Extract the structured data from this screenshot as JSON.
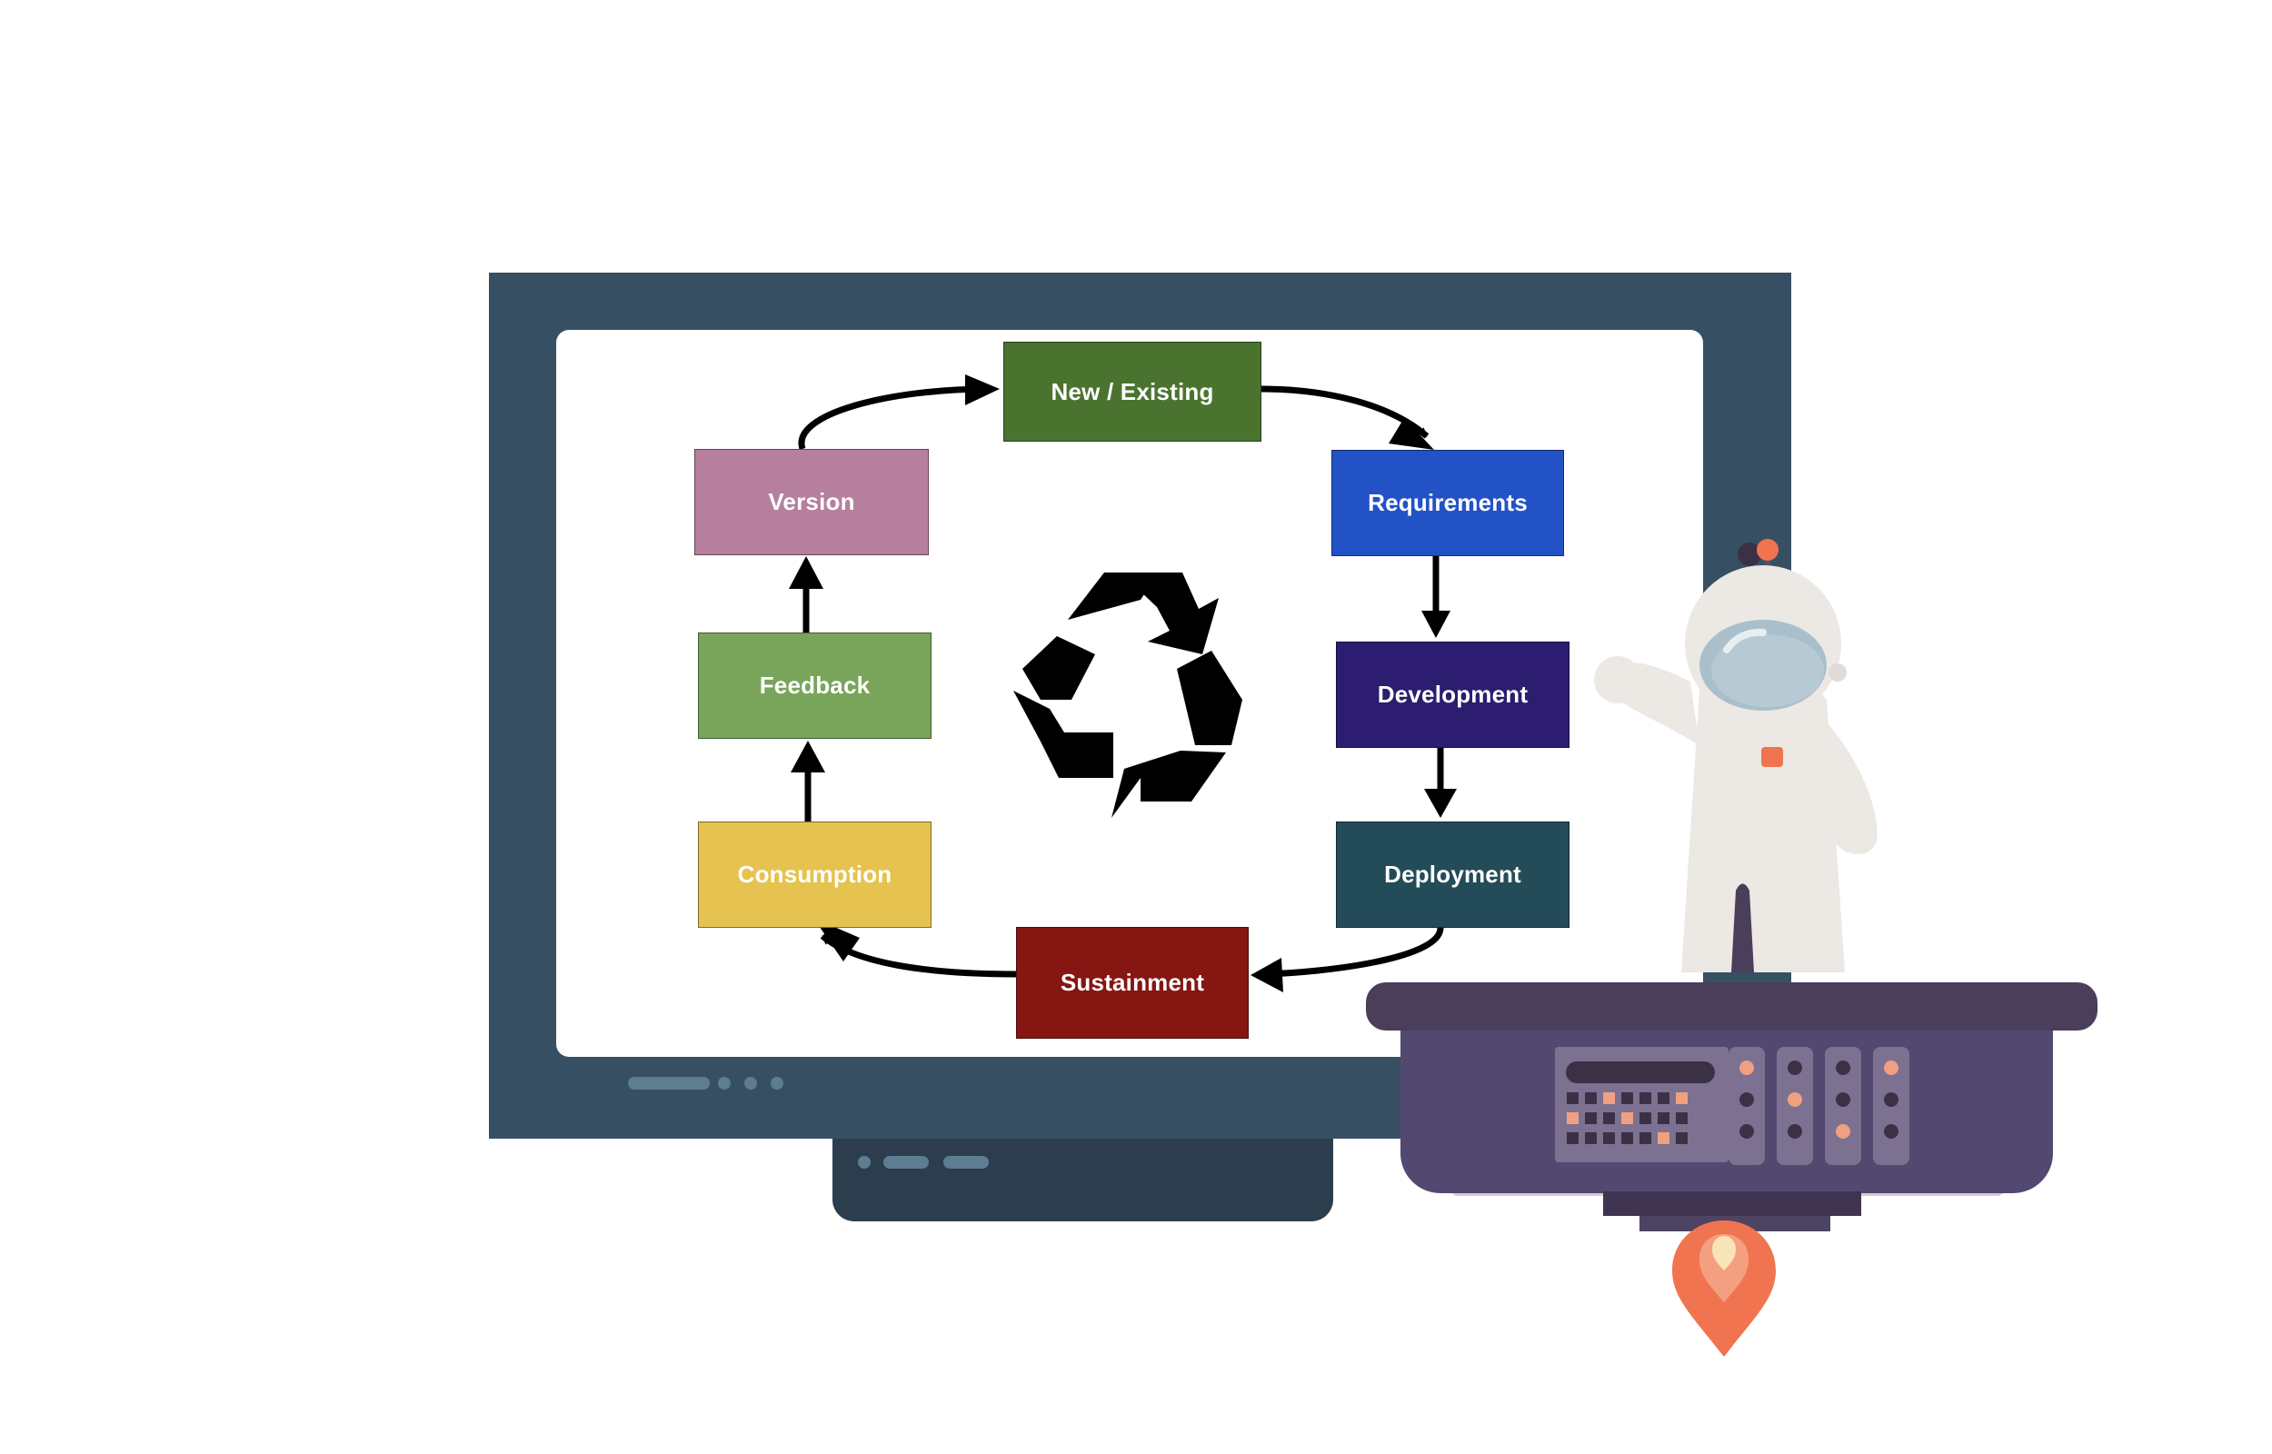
{
  "diagram": {
    "stages": {
      "new_existing": "New / Existing",
      "requirements": "Requirements",
      "development": "Development",
      "deployment": "Deployment",
      "sustainment": "Sustainment",
      "consumption": "Consumption",
      "feedback": "Feedback",
      "version": "Version"
    },
    "colors": {
      "new_existing": "#4a7330",
      "requirements": "#2352c7",
      "development": "#2c1d70",
      "deployment": "#244c58",
      "sustainment": "#861611",
      "consumption": "#e6c350",
      "feedback": "#78a55a",
      "version": "#b57f9d"
    },
    "center_icon": "recycle-icon"
  },
  "illustration": {
    "monitor_color": "#374f63",
    "projector_color": "#524870",
    "accent_color": "#f07450",
    "characters": [
      "astronaut",
      "projector",
      "rocket-flame"
    ]
  }
}
